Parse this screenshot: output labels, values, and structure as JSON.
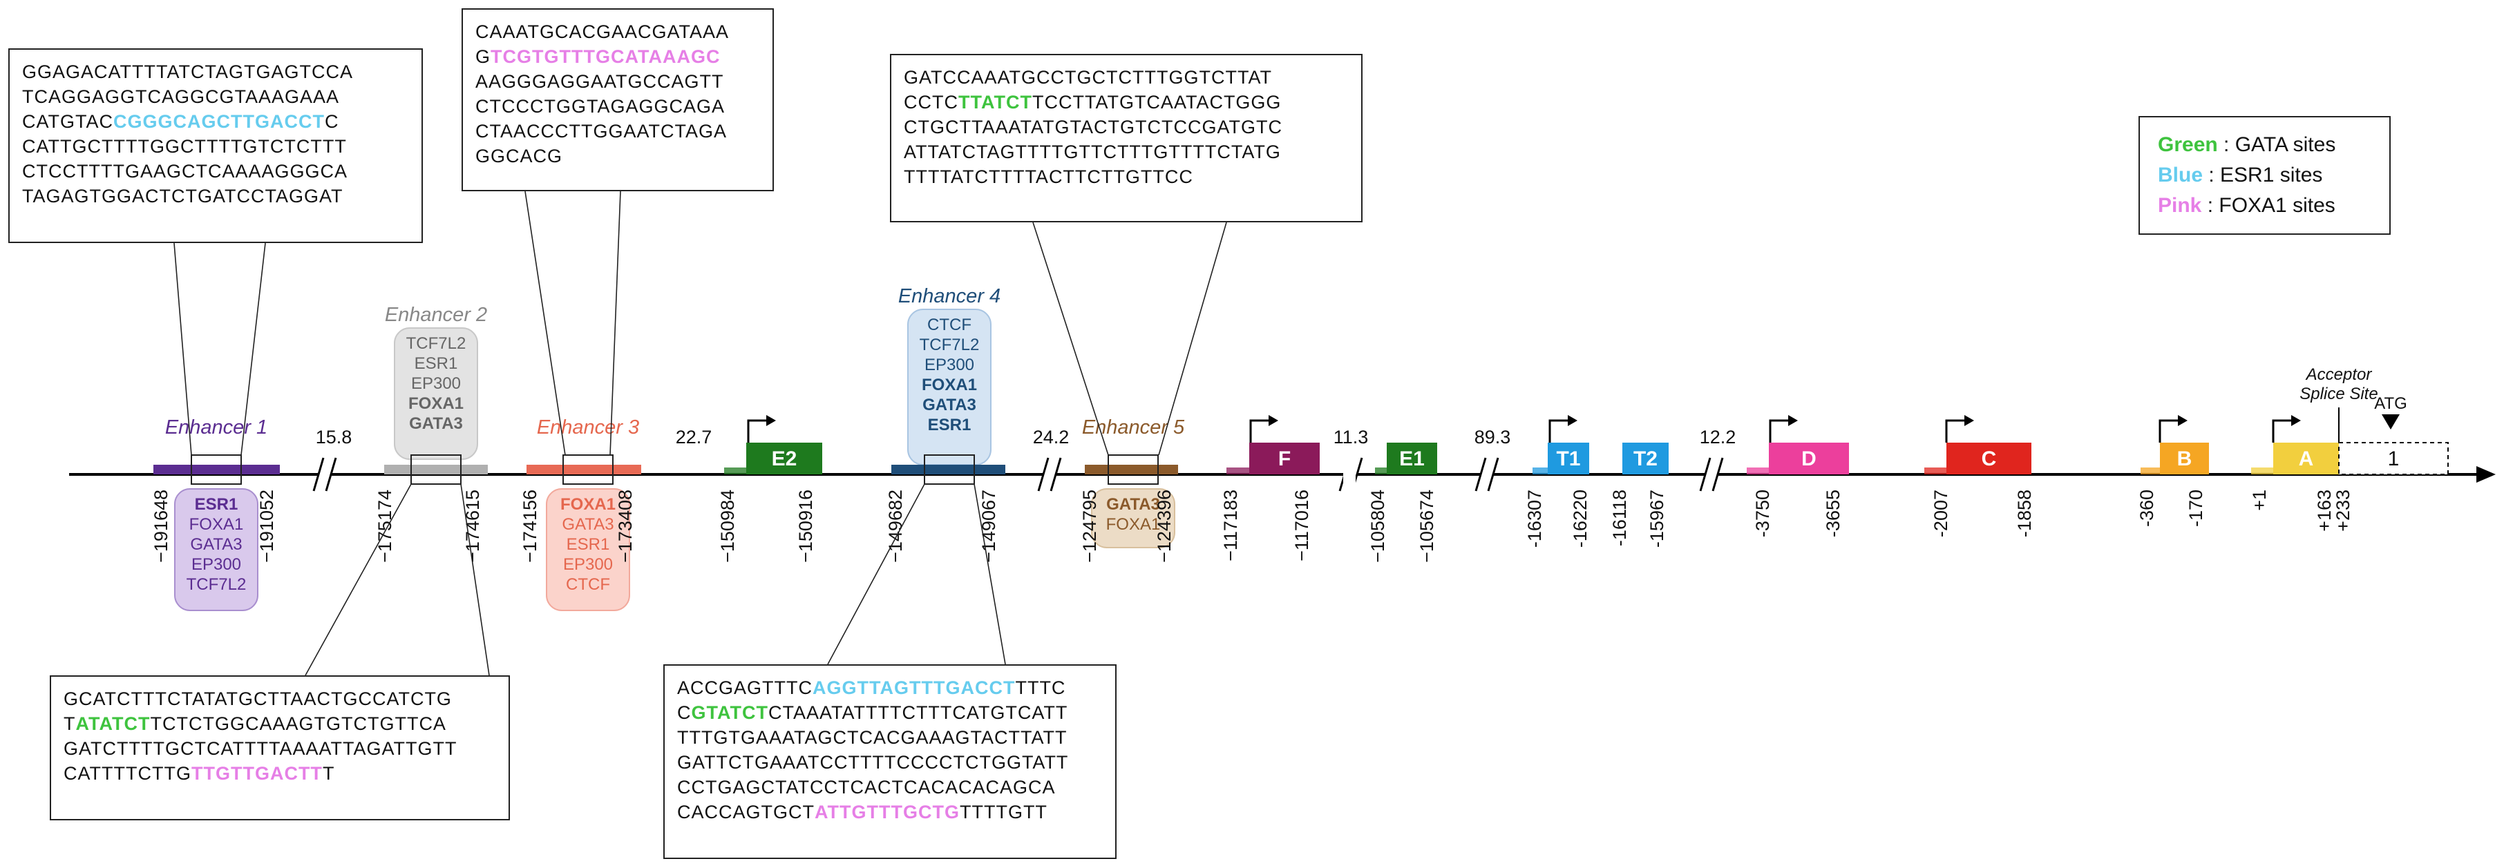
{
  "colors": {
    "gata": "#3ec33e",
    "esr1": "#66ccee",
    "foxa1": "#e67fe6",
    "axis": "#000000"
  },
  "legend": {
    "items": [
      {
        "key": "Green",
        "desc": " : GATA sites",
        "color": "#3ec33e"
      },
      {
        "key": "Blue",
        "desc": " : ESR1 sites",
        "color": "#66ccee"
      },
      {
        "key": "Pink",
        "desc": " : FOXA1 sites",
        "color": "#e67fe6"
      }
    ]
  },
  "sequences": {
    "enh1": [
      [
        [
          "GGAGACATTTTATCTAGTGAGTCCA",
          ""
        ]
      ],
      [
        [
          "TCAGGAGGTCAGGCGTAAAGAAA",
          ""
        ]
      ],
      [
        [
          "CATGTAC",
          ""
        ],
        [
          "CGGGCAGCTTGACCT",
          "esr1"
        ],
        [
          "C",
          ""
        ]
      ],
      [
        [
          "CATTGCTTTTGGCTTTTGTCTCTTT",
          ""
        ]
      ],
      [
        [
          "CTCCTTTTGAAGCTCAAAAGGGCA",
          ""
        ]
      ],
      [
        [
          "TAGAGTGGACTCTGATCCTAGGAT",
          ""
        ]
      ]
    ],
    "enh3": [
      [
        [
          "CAAATGCACGAACGATAAA",
          ""
        ]
      ],
      [
        [
          "G",
          ""
        ],
        [
          "TCGTGTTTGCATAAAGC",
          "foxa1"
        ]
      ],
      [
        [
          "AAGGGAGGAATGCCAGTT",
          ""
        ]
      ],
      [
        [
          "CTCCCTGGTAGAGGCAGA",
          ""
        ]
      ],
      [
        [
          "CTAACCCTTGGAATCTAGA",
          ""
        ]
      ],
      [
        [
          "GGCACG",
          ""
        ]
      ]
    ],
    "enh5": [
      [
        [
          "GATCCAAATGCCTGCTCTTTGGTCTTAT",
          ""
        ]
      ],
      [
        [
          "CCTC",
          ""
        ],
        [
          "TTATCT",
          "gata"
        ],
        [
          "TCCTTATGTCAATACTGGG",
          ""
        ]
      ],
      [
        [
          "CTGCTTAAATATGTACTGTCTCCGATGTC",
          ""
        ]
      ],
      [
        [
          "ATTATCTAGTTTTGTTCTTTGTTTTCTATG",
          ""
        ]
      ],
      [
        [
          "TTTTATCTTTTACTTCTTGTTCC",
          ""
        ]
      ]
    ],
    "enh2": [
      [
        [
          "GCATCTTTCTATATGCTTAACTGCCATCTG",
          ""
        ]
      ],
      [
        [
          "T",
          ""
        ],
        [
          "ATATCT",
          "gata"
        ],
        [
          "TCTCTGGCAAAGTGTCTGTTCA",
          ""
        ]
      ],
      [
        [
          "GATCTTTTGCTCATTTTAAAATTAGATTGTT",
          ""
        ]
      ],
      [
        [
          "CATTTTCTTG",
          ""
        ],
        [
          "TTGTTGACTT",
          "foxa1"
        ],
        [
          "T",
          ""
        ]
      ]
    ],
    "enh4": [
      [
        [
          "ACCGAGTTTC",
          ""
        ],
        [
          "AGGTTAGTTTGACCT",
          "esr1"
        ],
        [
          "TTTC",
          ""
        ]
      ],
      [
        [
          "C",
          ""
        ],
        [
          "GTATCT",
          "gata"
        ],
        [
          "CTAAATATTTTCTTTCATGTCATT",
          ""
        ]
      ],
      [
        [
          "TTTGTGAAATAGCTCACGAAAGTACTTATT",
          ""
        ]
      ],
      [
        [
          "GATTCTGAAATCCTTTTCCCCTCTGGTATT",
          ""
        ]
      ],
      [
        [
          "CCTGAGCTATCCTCACTCACACACAGCA",
          ""
        ]
      ],
      [
        [
          "CACCAGTGCT",
          ""
        ],
        [
          "ATTGTTTGCTG",
          "foxa1"
        ],
        [
          "TTTTGTT",
          ""
        ]
      ]
    ]
  },
  "enhancers": [
    {
      "id": "enh1",
      "label": "Enhancer 1",
      "label_color": "#5b2d91",
      "bar_color": "#5b2d91",
      "factors": [
        {
          "t": "ESR1",
          "bold": true
        },
        {
          "t": "FOXA1",
          "bold": false
        },
        {
          "t": "GATA3",
          "bold": false
        },
        {
          "t": "EP300",
          "bold": false
        },
        {
          "t": "TCF7L2",
          "bold": false
        }
      ],
      "box_fill": "#d9c9ec",
      "box_stroke": "#a98fcf",
      "factor_color": "#5b2d91",
      "coords": [
        "−191648",
        "−191052"
      ]
    },
    {
      "id": "enh2",
      "label": "Enhancer 2",
      "label_color": "#888888",
      "bar_color": "#b0b0b0",
      "factors": [
        {
          "t": "TCF7L2",
          "bold": false
        },
        {
          "t": "ESR1",
          "bold": false
        },
        {
          "t": "EP300",
          "bold": false
        },
        {
          "t": "FOXA1",
          "bold": true
        },
        {
          "t": "GATA3",
          "bold": true
        }
      ],
      "box_fill": "#e3e3e3",
      "box_stroke": "#c8c8c8",
      "factor_color": "#666666",
      "coords": [
        "−175174",
        "−174615"
      ]
    },
    {
      "id": "enh3",
      "label": "Enhancer 3",
      "label_color": "#e5674e",
      "bar_color": "#e86a55",
      "factors": [
        {
          "t": "FOXA1",
          "bold": true
        },
        {
          "t": "GATA3",
          "bold": false
        },
        {
          "t": "ESR1",
          "bold": false
        },
        {
          "t": "EP300",
          "bold": false
        },
        {
          "t": "CTCF",
          "bold": false
        }
      ],
      "box_fill": "#fbd3cb",
      "box_stroke": "#f2a99c",
      "factor_color": "#e5674e",
      "coords": [
        "−174156",
        "−173408"
      ]
    },
    {
      "id": "enh4",
      "label": "Enhancer 4",
      "label_color": "#1f4e79",
      "bar_color": "#1f4e79",
      "factors": [
        {
          "t": "CTCF",
          "bold": false
        },
        {
          "t": "TCF7L2",
          "bold": false
        },
        {
          "t": "EP300",
          "bold": false
        },
        {
          "t": "FOXA1",
          "bold": true
        },
        {
          "t": "GATA3",
          "bold": true
        },
        {
          "t": "ESR1",
          "bold": true
        }
      ],
      "box_fill": "#d5e4f3",
      "box_stroke": "#a9c5e2",
      "factor_color": "#1f4e79",
      "coords": [
        "−149682",
        "−149067"
      ]
    },
    {
      "id": "enh5",
      "label": "Enhancer 5",
      "label_color": "#8b5a2b",
      "bar_color": "#8b5a2b",
      "factors": [
        {
          "t": "GATA3",
          "bold": true
        },
        {
          "t": "FOXA1",
          "bold": false
        }
      ],
      "box_fill": "#ecdcc6",
      "box_stroke": "#d8c09e",
      "factor_color": "#8b5a2b",
      "coords": [
        "−124795",
        "−124396"
      ]
    }
  ],
  "exons": [
    {
      "label": "E2",
      "color": "#1e7a1e",
      "coords": [
        "−150984",
        "−150916"
      ]
    },
    {
      "label": "F",
      "color": "#8b1a5a",
      "coords": [
        "−117183",
        "−117016"
      ]
    },
    {
      "label": "E1",
      "color": "#1e7a1e",
      "coords": [
        "−105804",
        "−105674"
      ]
    },
    {
      "label": "T1",
      "color": "#1f9ae0",
      "coords": [
        "-16307",
        "-16220"
      ]
    },
    {
      "label": "T2",
      "color": "#1f9ae0",
      "coords": [
        "-16118",
        "-15967"
      ]
    },
    {
      "label": "D",
      "color": "#ec3f9c",
      "coords": [
        "-3750",
        "-3655"
      ]
    },
    {
      "label": "C",
      "color": "#e0251e",
      "coords": [
        "-2007",
        "-1858"
      ]
    },
    {
      "label": "B",
      "color": "#f5a623",
      "coords": [
        "-360",
        "-170"
      ]
    },
    {
      "label": "A",
      "color": "#f2cf3e",
      "coords": [
        "+1",
        "+163"
      ]
    },
    {
      "label": "1",
      "color": "#ffffff",
      "coords": [
        "+233"
      ]
    }
  ],
  "gaps": [
    "15.8",
    "22.7",
    "24.2",
    "11.3",
    "89.3",
    "12.2"
  ],
  "annotations": {
    "acceptor": [
      "Acceptor",
      "Splice Site"
    ],
    "atg": "ATG"
  }
}
